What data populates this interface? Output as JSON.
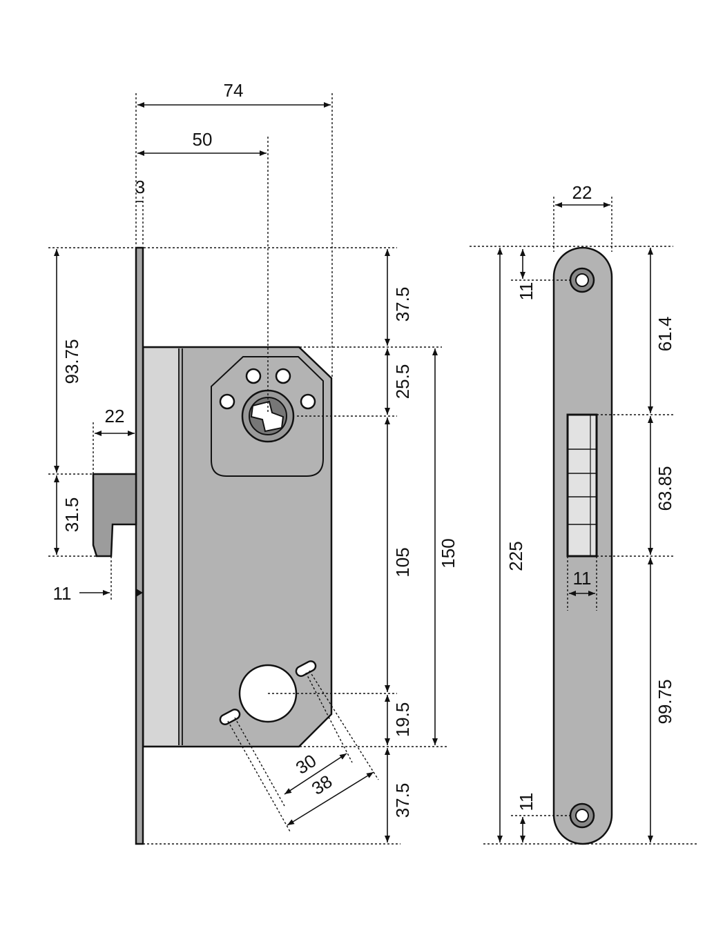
{
  "drawing": {
    "colors": {
      "body": "#b3b3b3",
      "forend": "#a6a6a6",
      "strip": "#d6d6d6",
      "bolt": "#9c9c9c",
      "line": "#111111",
      "hole": "#ffffff"
    },
    "dimensions": {
      "d74": "74",
      "d50": "50",
      "d3": "3",
      "d22_side": "22",
      "d93_75": "93.75",
      "d31_5": "31.5",
      "d11_side": "11",
      "d37_5_top": "37.5",
      "d25_5": "25.5",
      "d105": "105",
      "d150": "150",
      "d19_5": "19.5",
      "d37_5_bottom": "37.5",
      "d30": "30",
      "d38": "38",
      "d22_plate": "22",
      "d11_plate_top": "11",
      "d61_4": "61.4",
      "d63_85": "63.85",
      "d11_plate_mid": "11",
      "d225": "225",
      "d99_75": "99.75",
      "d11_plate_bottom": "11"
    }
  }
}
